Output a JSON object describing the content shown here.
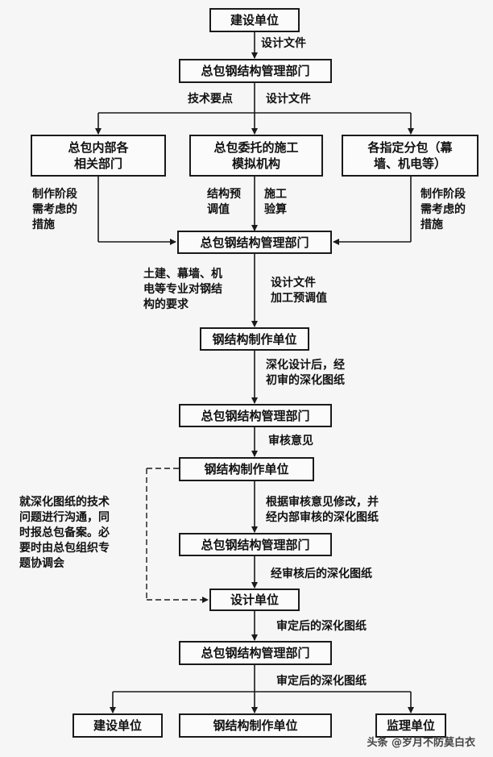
{
  "nodes": {
    "client_top": "建设单位",
    "gc_mgmt_1": "总包钢结构管理部门",
    "gc_internal": [
      "总包内部各",
      "相关部门"
    ],
    "sim_agency": [
      "总包委托的施工",
      "模拟机构"
    ],
    "subcontract": [
      "各指定分包（幕",
      "墙、机电等）"
    ],
    "gc_mgmt_2": "总包钢结构管理部门",
    "fabricator_1": "钢结构制作单位",
    "gc_mgmt_3": "总包钢结构管理部门",
    "fabricator_2": "钢结构制作单位",
    "gc_mgmt_4": "总包钢结构管理部门",
    "design_unit": "设计单位",
    "gc_mgmt_5": "总包钢结构管理部门",
    "out_client": "建设单位",
    "out_fabricator": "钢结构制作单位",
    "out_supervisor": "监理单位"
  },
  "labels": {
    "design_docs_1": "设计文件",
    "tech_points": "技术要点",
    "design_docs_2": "设计文件",
    "left_measures": [
      "制作阶段",
      "需考虑的",
      "措施"
    ],
    "structure_precamber": [
      "结构预",
      "调值"
    ],
    "construction_check": [
      "施工",
      "验算"
    ],
    "right_measures": [
      "制作阶段",
      "需考虑的",
      "措施"
    ],
    "trade_requirements": [
      "土建、幕墙、机",
      "电等专业对钢结",
      "构的要求"
    ],
    "design_docs_precamber": [
      "设计文件",
      "加工预调值"
    ],
    "detailed_drawings_reviewed": [
      "深化设计后，经",
      "初审的深化图纸"
    ],
    "review_comments": "审核意见",
    "revised_drawings": [
      "根据审核意见修改，并",
      "经内部审核的深化图纸"
    ],
    "communication_note": [
      "就深化图纸的技术",
      "问题进行沟通，同",
      "时报总包备案。必",
      "要时由总包组织专",
      "题协调会"
    ],
    "reviewed_drawings": "经审核后的深化图纸",
    "approved_drawings_1": "审定后的深化图纸",
    "approved_drawings_2": "审定后的深化图纸"
  },
  "watermark": "头条 @岁月不防莫白衣"
}
